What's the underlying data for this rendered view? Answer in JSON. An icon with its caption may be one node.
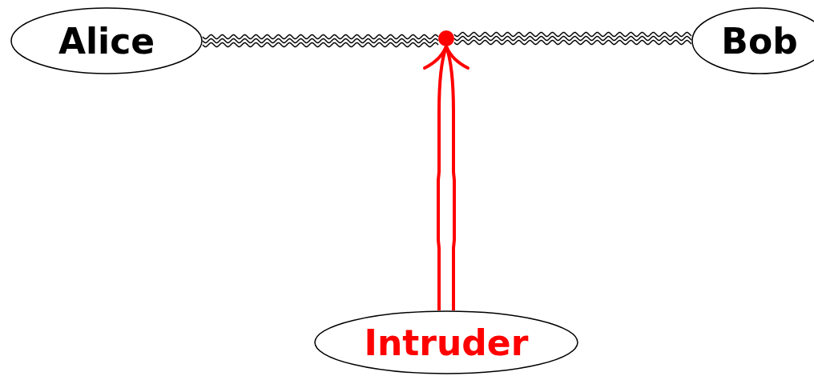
{
  "diagram": {
    "nodes": [
      {
        "text": [
          "Alice"
        ]
      },
      {
        "text": [],
        "shape": "circle"
      },
      {
        "text": [
          "Bob"
        ]
      },
      {
        "text": [
          "Intruder"
        ]
      }
    ],
    "edges": [
      {
        "from": 0,
        "to": 1,
        "arrow": "none"
      },
      {
        "from": 1,
        "to": 2,
        "arrow": "none"
      },
      {
        "from": 3,
        "to": 1,
        "arrow": "to",
        "style": "thick",
        "color": "#ff0000"
      }
    ]
  }
}
